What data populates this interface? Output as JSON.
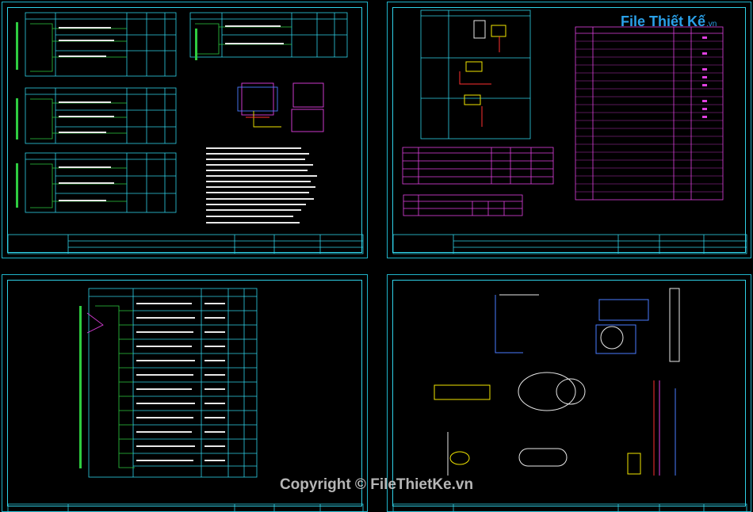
{
  "brand": {
    "logo_text": "File Thiết Kế",
    "logo_ext": ".vn",
    "accent": "#2aa0e8"
  },
  "watermark": "Copyright © FileThietKe.vn",
  "colors": {
    "frame": "#1fb3c9",
    "line_green": "#2ecc40",
    "line_magenta": "#e040e0",
    "line_yellow": "#f2e600",
    "line_red": "#ff3030",
    "line_blue": "#4a7bff"
  }
}
